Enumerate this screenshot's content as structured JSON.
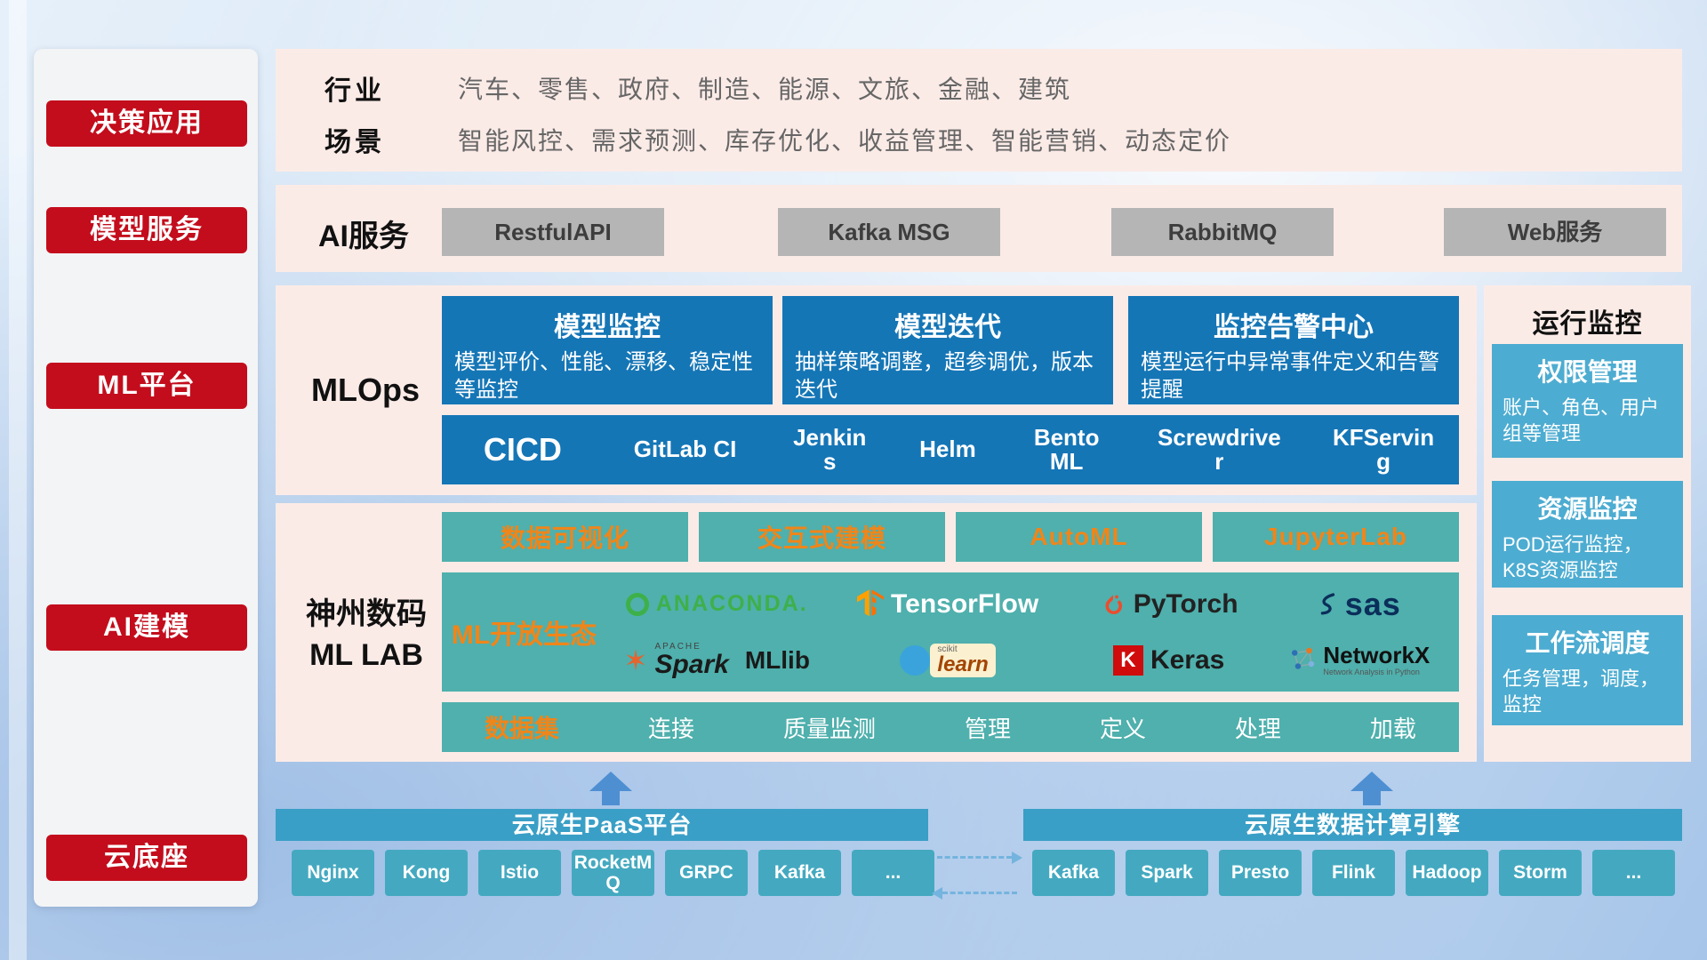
{
  "sidebar": {
    "items": [
      "决策应用",
      "模型服务",
      "ML平台",
      "AI建模",
      "云底座"
    ]
  },
  "app_layer": {
    "industry_label": "行业",
    "industry_text": "汽车、零售、政府、制造、能源、文旅、金融、建筑",
    "scene_label": "场景",
    "scene_text": "智能风控、需求预测、库存优化、收益管理、智能营销、动态定价"
  },
  "ai_service": {
    "label": "AI服务",
    "services": [
      "RestfulAPI",
      "Kafka MSG",
      "RabbitMQ",
      "Web服务"
    ]
  },
  "mlops": {
    "label": "MLOps",
    "cards": [
      {
        "title": "模型监控",
        "desc": "模型评价、性能、漂移、稳定性等监控"
      },
      {
        "title": "模型迭代",
        "desc": "抽样策略调整，超参调优，版本迭代"
      },
      {
        "title": "监控告警中心",
        "desc": "模型运行中异常事件定义和告警提醒"
      }
    ],
    "cicd_label": "CICD",
    "cicd_tools": [
      "GitLab CI",
      "Jenkins",
      "Helm",
      "BentoML",
      "Screwdriver",
      "KFServing"
    ]
  },
  "mllab": {
    "label_line1": "神州数码",
    "label_line2": "ML LAB",
    "top_tools": [
      "数据可视化",
      "交互式建模",
      "AutoML",
      "JupyterLab"
    ],
    "ecosystem_label": "ML开放生态",
    "logos": {
      "anaconda": "ANACONDA.",
      "tensorflow": "TensorFlow",
      "pytorch": "PyTorch",
      "sas": "sas",
      "apache": "APACHE",
      "spark": "Spark",
      "mllib": "MLlib",
      "scikit": "scikit",
      "learn": "learn",
      "keras_k": "K",
      "keras": "Keras",
      "networkx": "NetworkX",
      "networkx_sub": "Network Analysis in Python"
    },
    "dataset_label": "数据集",
    "dataset_items": [
      "连接",
      "质量监测",
      "管理",
      "定义",
      "处理",
      "加载"
    ]
  },
  "monitoring": {
    "title": "运行监控",
    "cards": [
      {
        "title": "权限管理",
        "desc": "账户、角色、用户组等管理"
      },
      {
        "title": "资源监控",
        "desc": "POD运行监控，K8S资源监控"
      },
      {
        "title": "工作流调度",
        "desc": "任务管理，调度，监控"
      }
    ]
  },
  "foundation": {
    "paas_title": "云原生PaaS平台",
    "paas_items": [
      "Nginx",
      "Kong",
      "Istio",
      "RocketMQ",
      "GRPC",
      "Kafka",
      "..."
    ],
    "engine_title": "云原生数据计算引擎",
    "engine_items": [
      "Kafka",
      "Spark",
      "Presto",
      "Flink",
      "Hadoop",
      "Storm",
      "..."
    ]
  },
  "colors": {
    "accent_red": "#c30d1c",
    "panel_pink": "#fbebe7",
    "block_blue": "#1576b6",
    "block_teal": "#4fb0ad",
    "block_lightblue": "#4dacd1",
    "header_teal": "#3a9fc6",
    "chip_teal": "#44a9c0",
    "gray_button": "#b5b5b5",
    "highlight_orange": "#f08519",
    "arrow_blue": "#4e8fd2"
  }
}
